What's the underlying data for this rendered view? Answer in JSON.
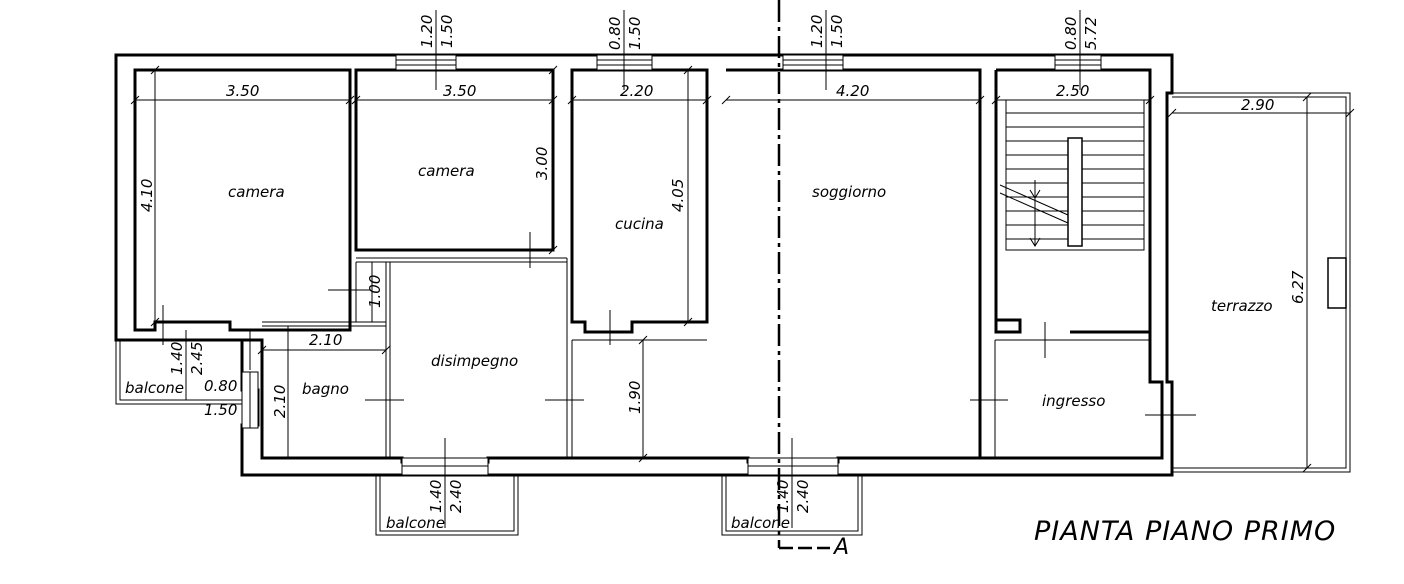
{
  "title": "PIANTA PIANO PRIMO",
  "section_marker": "A",
  "rooms": {
    "camera1": "camera",
    "camera2": "camera",
    "cucina": "cucina",
    "soggiorno": "soggiorno",
    "terrazzo": "terrazzo",
    "disimpegno": "disimpegno",
    "bagno": "bagno",
    "ingresso": "ingresso",
    "balcone_left": "balcone",
    "balcone_bottom1": "balcone",
    "balcone_bottom2": "balcone"
  },
  "dimensions": {
    "camera1_w": "3.50",
    "camera1_h": "4.10",
    "camera2_w": "3.50",
    "camera2_h": "3.00",
    "cucina_w": "2.20",
    "cucina_h": "4.05",
    "soggiorno_w": "4.20",
    "stairs_w": "2.50",
    "terrazzo_w": "2.90",
    "terrazzo_h": "6.27",
    "bagno_w": "2.10",
    "bagno_h": "2.10",
    "corridor_w": "1.00",
    "disimpegno_h": "1.90",
    "win1_a": "1.20",
    "win1_b": "1.50",
    "win2_a": "0.80",
    "win2_b": "1.50",
    "win3_a": "1.20",
    "win3_b": "1.50",
    "win4_a": "0.80",
    "win4_b": "5.72",
    "balc_left_a": "1.40",
    "balc_left_b": "2.45",
    "balc_left_c": "0.80",
    "balc_left_d": "1.50",
    "balc_b1_a": "1.40",
    "balc_b1_b": "2.40",
    "balc_b2_a": "1.40",
    "balc_b2_b": "2.40"
  }
}
